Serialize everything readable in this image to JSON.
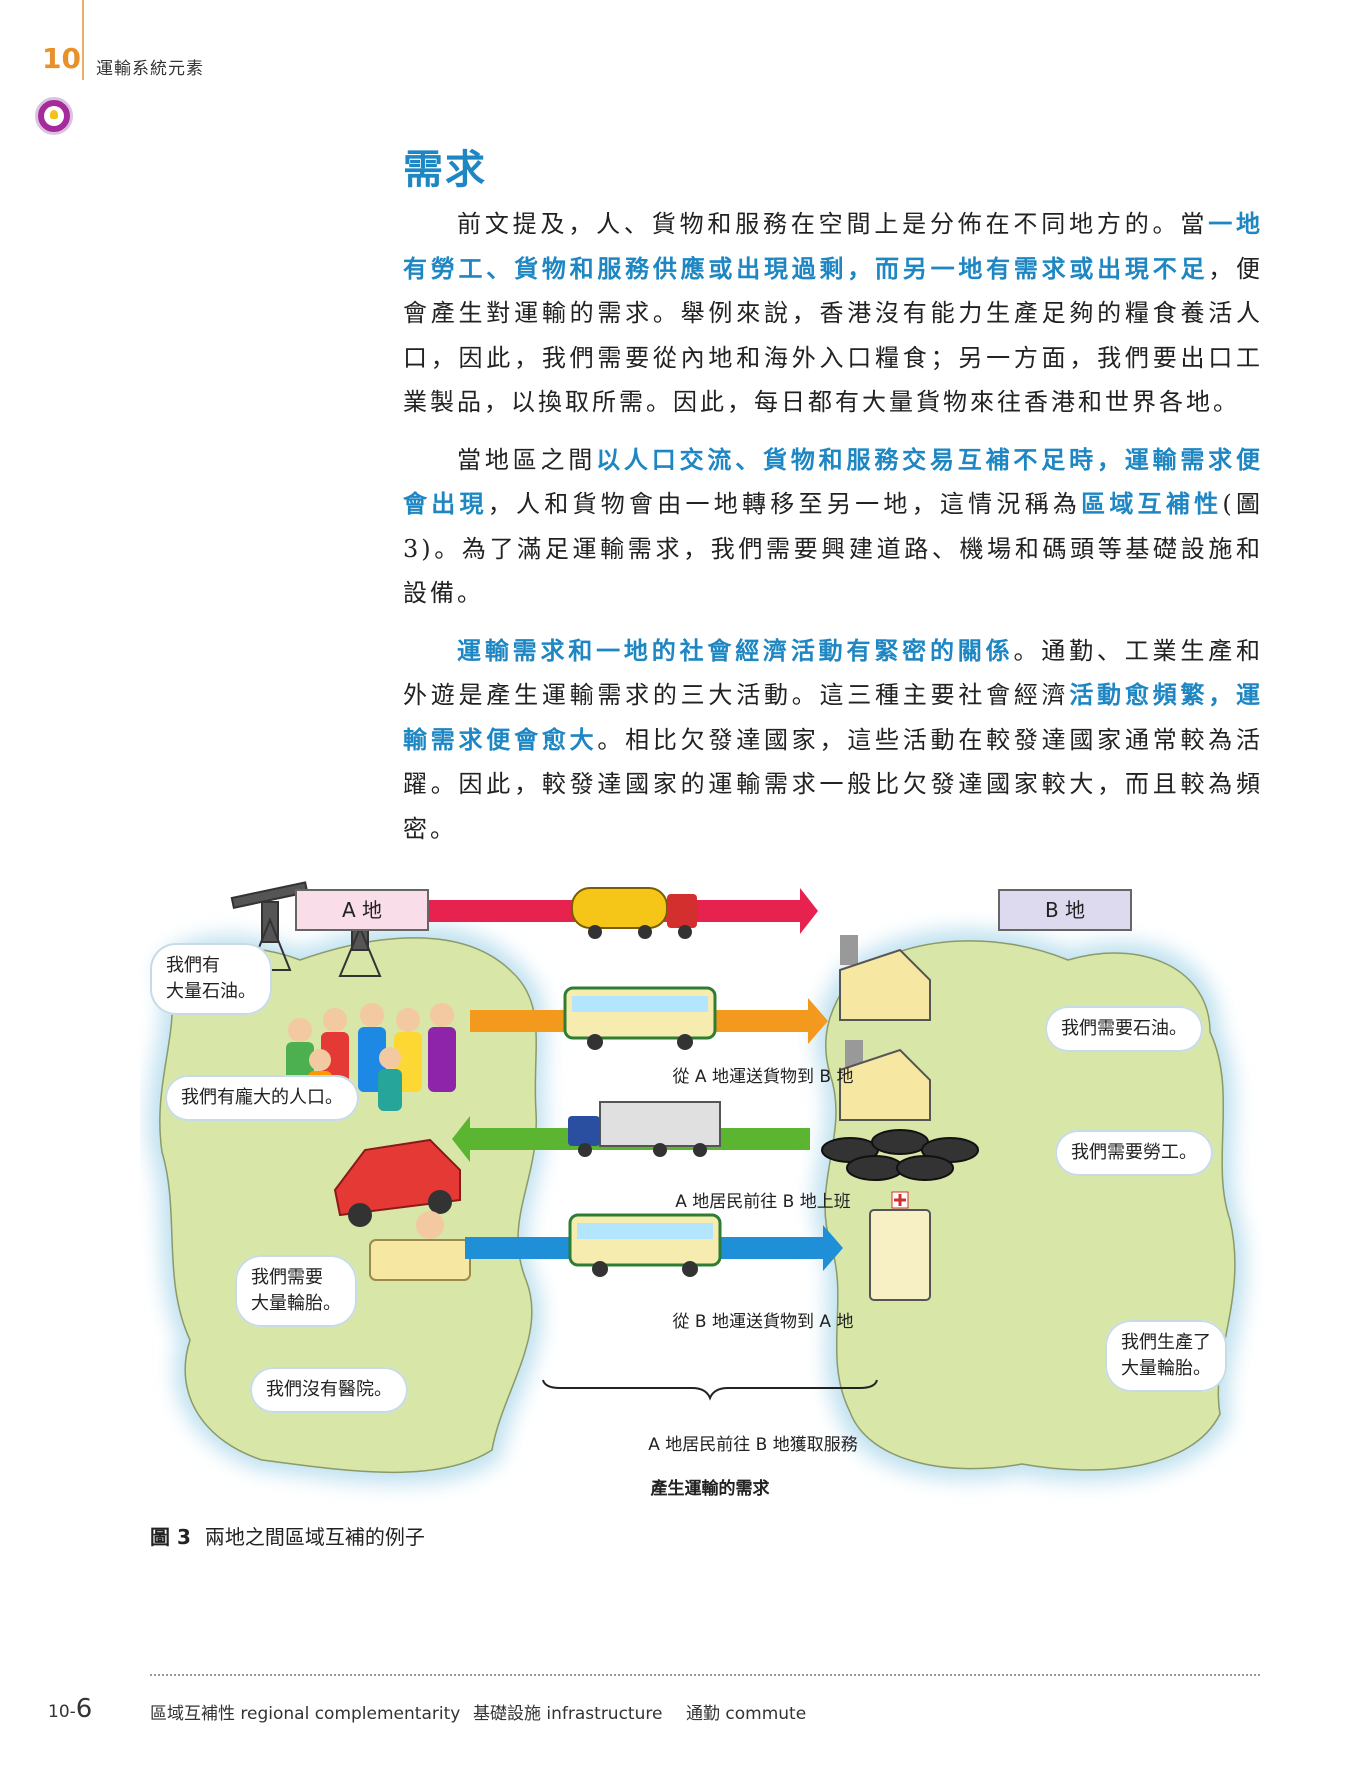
{
  "header": {
    "chapter_number": "10",
    "chapter_title": "運輸系統元素"
  },
  "section": {
    "heading": "需求",
    "paragraphs": [
      [
        {
          "t": "前文提及，人、貨物和服務在空間上是分佈在不同地方的。當",
          "hl": false
        },
        {
          "t": "一地有勞工、貨物和服務供應或出現過剩，而另一地有需求或出現不足",
          "hl": true
        },
        {
          "t": "，便會產生對運輸的需求。舉例來說，香港沒有能力生產足夠的糧食養活人口，因此，我們需要從內地和海外入口糧食；另一方面，我們要出口工業製品，以換取所需。因此，每日都有大量貨物來往香港和世界各地。",
          "hl": false
        }
      ],
      [
        {
          "t": "當地區之間",
          "hl": false
        },
        {
          "t": "以人口交流、貨物和服務交易互補不足時，運輸需求便會出現",
          "hl": true
        },
        {
          "t": "，人和貨物會由一地轉移至另一地，這情況稱為",
          "hl": false
        },
        {
          "t": "區域互補性",
          "hl": true
        },
        {
          "t": "(圖3)。為了滿足運輸需求，我們需要興建道路、機場和碼頭等基礎設施和設備。",
          "hl": false
        }
      ],
      [
        {
          "t": "運輸需求和一地的社會經濟活動有緊密的關係",
          "hl": true
        },
        {
          "t": "。通勤、工業生產和外遊是產生運輸需求的三大活動。這三種主要社會經濟",
          "hl": false
        },
        {
          "t": "活動愈頻繁，運輸需求便會愈大",
          "hl": true
        },
        {
          "t": "。相比欠發達國家，這些活動在較發達國家通常較為活躍。因此，較發達國家的運輸需求一般比欠發達國家較大，而且較為頻密。",
          "hl": false
        }
      ]
    ]
  },
  "figure": {
    "place_a": "A 地",
    "place_b": "B 地",
    "bubbles_a": [
      "我們有\n大量石油。",
      "我們有龐大的人口。",
      "我們需要\n大量輪胎。",
      "我們沒有醫院。"
    ],
    "bubbles_b": [
      "我們需要石油。",
      "我們需要勞工。",
      "我們生產了\n大量輪胎。"
    ],
    "routes": [
      {
        "label": "從 A 地運送貨物到 B 地",
        "color": "#e8224f",
        "direction": "a-to-b"
      },
      {
        "label": "A 地居民前往 B 地上班",
        "color": "#f39a1e",
        "direction": "a-to-b"
      },
      {
        "label": "從 B 地運送貨物到 A 地",
        "color": "#5cb531",
        "direction": "b-to-a"
      },
      {
        "label": "A 地居民前往 B 地獲取服務",
        "color": "#1f8fd8",
        "direction": "a-to-b"
      }
    ],
    "demand_label": "產生運輸的需求",
    "caption_label": "圖 3",
    "caption_text": "兩地之間區域互補的例子"
  },
  "footer": {
    "page_prefix": "10-",
    "page_number": "6",
    "glossary": [
      "區域互補性 regional complementarity",
      "基礎設施 infrastructure",
      "通勤 commute"
    ]
  }
}
